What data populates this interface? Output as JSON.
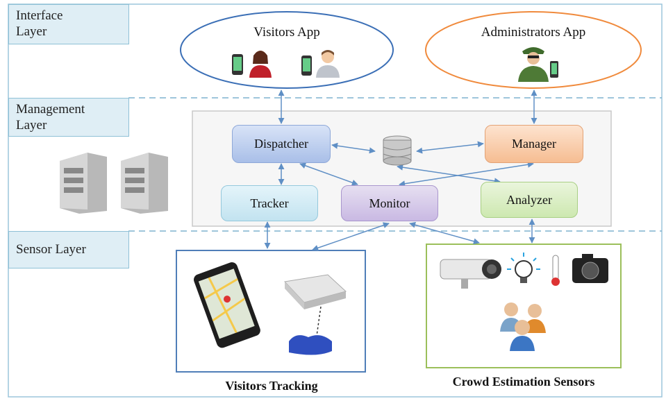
{
  "layers": {
    "interface": "Interface\nLayer",
    "management": "Management\nLayer",
    "sensor": "Sensor Layer"
  },
  "apps": {
    "visitors": "Visitors App",
    "administrators": "Administrators App"
  },
  "components": {
    "dispatcher": "Dispatcher",
    "manager": "Manager",
    "tracker": "Tracker",
    "monitor": "Monitor",
    "analyzer": "Analyzer"
  },
  "captions": {
    "visitors_tracking": "Visitors Tracking",
    "crowd_sensors": "Crowd Estimation Sensors"
  },
  "colors": {
    "border_blue": "#7fb2cf",
    "arrow": "#5f8fc5",
    "visitors_ellipse": "#3b6fb6",
    "admin_ellipse": "#f08a3c",
    "sensor_green": "#9bbf5a"
  },
  "icons": [
    "mobile-phone-icon",
    "woman-user-icon",
    "man-user-icon",
    "soldier-admin-icon",
    "database-icon",
    "server-icon",
    "smartphone-map-icon",
    "rfid-reader-icon",
    "tag-icon",
    "cctv-camera-icon",
    "light-bulb-icon",
    "thermometer-icon",
    "photo-camera-icon",
    "crowd-users-icon"
  ]
}
